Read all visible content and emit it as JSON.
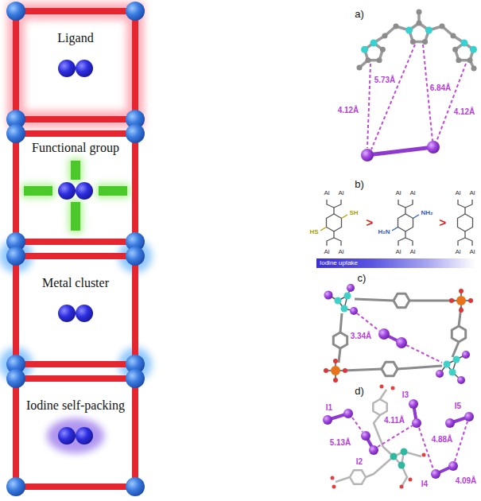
{
  "diagram": {
    "nodes": [
      {
        "text": [
          "Iodine uptake"
        ]
      }
    ],
    "labels": [
      "Ligand",
      "Functional group",
      "Metal cluster",
      "Iodine self-packing",
      "a)",
      "5.73Å",
      "6.84Å",
      "4.12Å",
      "4.12Å",
      "b)",
      "Al",
      "Al",
      "Al",
      "Al",
      "Al",
      "Al",
      "Al",
      "Al",
      "Al",
      "Al",
      "Al",
      "Al",
      "SH",
      "HS",
      "NH₂",
      "H₂N",
      ">",
      ">",
      "c)",
      "3.34Å",
      "d)",
      "I1",
      "I2",
      "I3",
      "I4",
      "I5",
      "5.13Å",
      "4.11Å",
      "4.88Å",
      "4.09Å"
    ]
  }
}
